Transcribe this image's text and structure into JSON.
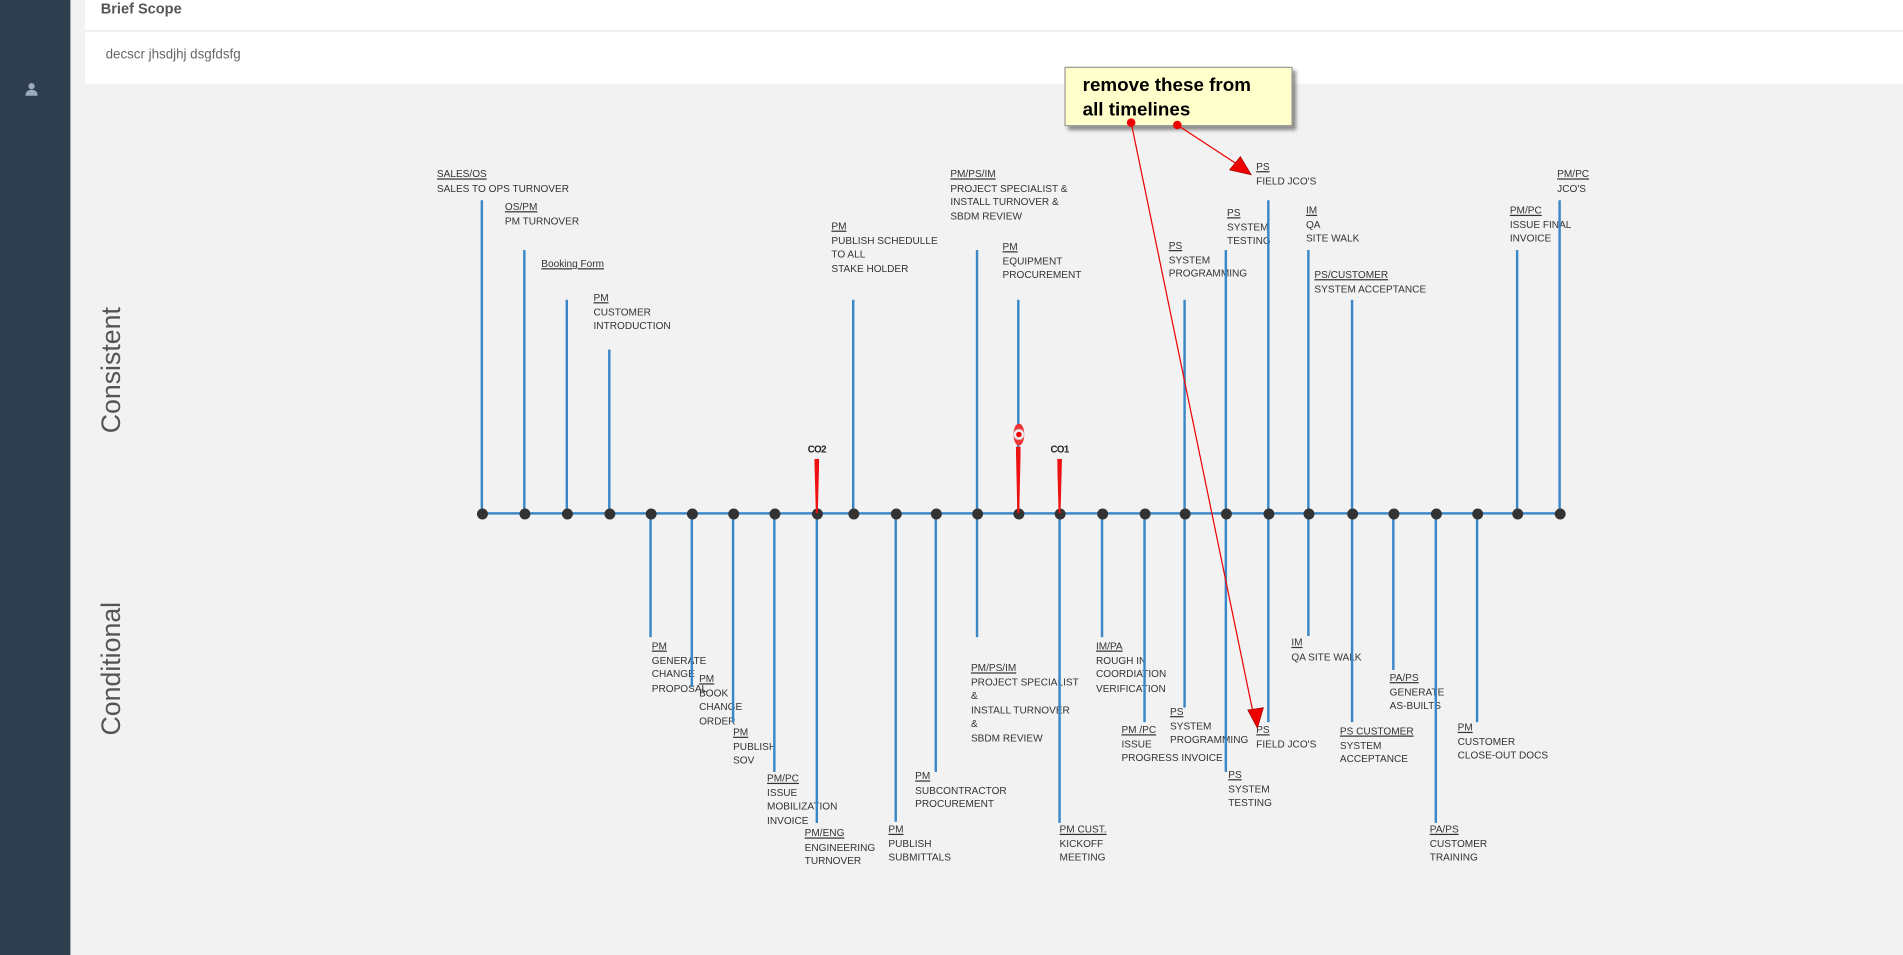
{
  "sidebar": {
    "icons": [
      "user-icon"
    ]
  },
  "panel": {
    "title": "Brief Scope",
    "text": "decscr jhsdjhj dsgfdsfg"
  },
  "sections": {
    "top": "Consistent",
    "bottom": "Conditional"
  },
  "callout": {
    "text_line1": "remove these from",
    "text_line2": "all timelines"
  },
  "markers": [
    {
      "label": "CO2"
    },
    {
      "label": ""
    },
    {
      "label": "CO1"
    }
  ],
  "colors": {
    "line": "#3a87c8",
    "marker": "#ee1111",
    "sidebar": "#2e3e4e",
    "callout": "#ffffcc"
  },
  "timeline": {
    "upper": [
      {
        "role": "SALES/OS",
        "lines": [
          "SALES TO OPS TURNOVER"
        ]
      },
      {
        "role": "OS/PM",
        "lines": [
          "PM TURNOVER"
        ]
      },
      {
        "role": "Booking Form",
        "lines": []
      },
      {
        "role": "PM",
        "lines": [
          "CUSTOMER",
          "INTRODUCTION"
        ]
      },
      {
        "role": "PM",
        "lines": [
          "PUBLISH SCHEDULLE",
          "TO ALL",
          "STAKE HOLDER"
        ]
      },
      {
        "role": "PM/PS/IM",
        "lines": [
          "PROJECT SPECIALIST &",
          "INSTALL TURNOVER &",
          "SBDM REVIEW"
        ]
      },
      {
        "role": "PM",
        "lines": [
          "EQUIPMENT",
          "PROCUREMENT"
        ]
      },
      {
        "role": "PS",
        "lines": [
          "SYSTEM",
          "PROGRAMMING"
        ]
      },
      {
        "role": "PS",
        "lines": [
          "SYSTEM",
          "TESTING"
        ]
      },
      {
        "role": "PS",
        "lines": [
          "FIELD JCO'S"
        ]
      },
      {
        "role": "IM",
        "lines": [
          "QA",
          "SITE WALK"
        ]
      },
      {
        "role": "PS/CUSTOMER",
        "lines": [
          "SYSTEM ACCEPTANCE"
        ]
      },
      {
        "role": "PM/PC",
        "lines": [
          "ISSUE FINAL",
          "INVOICE"
        ]
      },
      {
        "role": "PM/PC",
        "lines": [
          "JCO'S"
        ]
      }
    ],
    "lower": [
      {
        "role": "PM",
        "lines": [
          "GENERATE",
          "CHANGE",
          "PROPOSAL"
        ]
      },
      {
        "role": "PM",
        "lines": [
          "BOOK",
          "CHANGE",
          "ORDER"
        ]
      },
      {
        "role": "PM",
        "lines": [
          "PUBLISH",
          "SOV"
        ]
      },
      {
        "role": "PM/PC",
        "lines": [
          "ISSUE",
          "MOBILIZATION",
          "INVOICE"
        ]
      },
      {
        "role": "PM/ENG",
        "lines": [
          "ENGINEERING",
          "TURNOVER"
        ]
      },
      {
        "role": "PM",
        "lines": [
          "PUBLISH",
          "SUBMITTALS"
        ]
      },
      {
        "role": "PM",
        "lines": [
          "SUBCONTRACTOR",
          "PROCUREMENT"
        ]
      },
      {
        "role": "PM/PS/IM",
        "lines": [
          "PROJECT SPECIALIST",
          "&",
          "INSTALL TURNOVER",
          "&",
          "SBDM REVIEW"
        ]
      },
      {
        "role": "PM CUST.",
        "lines": [
          "KICKOFF",
          "MEETING"
        ]
      },
      {
        "role": "IM/PA",
        "lines": [
          "ROUGH IN",
          "COORDIATION",
          "VERIFICATION"
        ]
      },
      {
        "role": "PM /PC",
        "lines": [
          "ISSUE",
          "PROGRESS INVOICE"
        ]
      },
      {
        "role": "PS",
        "lines": [
          "SYSTEM",
          "PROGRAMMING"
        ]
      },
      {
        "role": "PS",
        "lines": [
          "SYSTEM",
          "TESTING"
        ]
      },
      {
        "role": "PS",
        "lines": [
          "FIELD JCO'S"
        ]
      },
      {
        "role": "IM",
        "lines": [
          "QA SITE WALK"
        ]
      },
      {
        "role": "PS CUSTOMER",
        "lines": [
          "SYSTEM",
          "ACCEPTANCE"
        ]
      },
      {
        "role": "PA/PS",
        "lines": [
          "GENERATE",
          "AS-BUILTS"
        ]
      },
      {
        "role": "PA/PS",
        "lines": [
          "CUSTOMER",
          "TRAINING"
        ]
      },
      {
        "role": "PM",
        "lines": [
          "CUSTOMER",
          "CLOSE-OUT DOCS"
        ]
      }
    ]
  }
}
